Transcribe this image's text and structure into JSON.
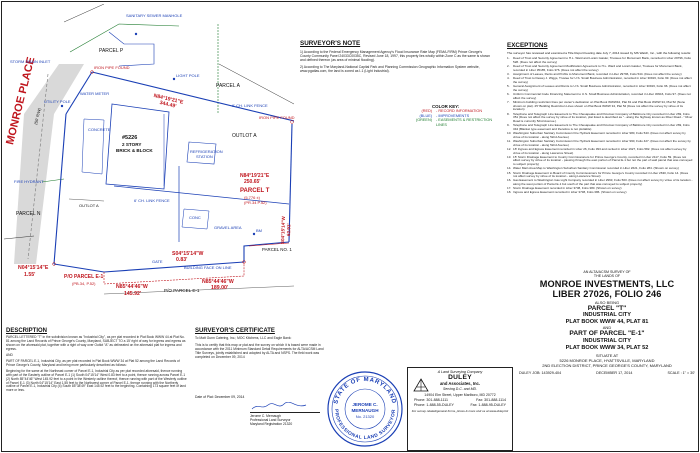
{
  "map": {
    "parcel_p": "PARCEL P",
    "parcel_n": "PARCEL N",
    "parcel_a": "PARCEL A",
    "parcel_t": "PARCEL T",
    "parcel_t_area": "(5.776 ±)",
    "parcel_t_area2": "(PR.34 P.52)",
    "parcel_e1": "P/O PARCEL E-1",
    "parcel_e1_sub": "(PB.34, P.52)",
    "po_parcel_e1_bottom": "P/O PARCEL E-1",
    "parcel_no1": "PARCEL NO. 1",
    "outlot_a": "OUTLOT A",
    "outlot_a2": "OUTLOT A",
    "street": "MONROE PLACE",
    "street_sub1": "(50' R/W)",
    "building_num": "#5226",
    "building_desc1": "2 STORY",
    "building_desc2": "BRICK & BLOCK",
    "brg1": "N84°19'21\"E",
    "brg1_dist": "344.49'",
    "brg2": "N84°19'21\"E",
    "brg2_dist": "250.65'",
    "brg3": "S04°15'14\"W",
    "brg3_dist": "0.83'",
    "brg4": "N85°44'46\"W",
    "brg4_dist": "145.92'",
    "brg5": "N85°44'46\"W",
    "brg5_dist": "189.00'",
    "brg6": "N04°15'14\"E",
    "brg6_dist": "1.55'",
    "brg7": "S04°15'14\"W",
    "brg7_dist": "62.91'",
    "label_refrig": "REFRIGERATION",
    "label_station": "STATION",
    "label_gravel": "GRAVEL AREA",
    "label_conc": "CONC",
    "label_util": "UTILITY POLE",
    "label_bldg_line": "BUILDING FACE ON LINE",
    "label_gate": "GATE",
    "label_fence": "6' CH. LINK FENCE",
    "label_fence2": "6' CH. LINK FENCE",
    "label_concrete": "CONCRETE",
    "label_water": "WATER METER",
    "label_sewer": "SANITARY SEWER MANHOLE",
    "label_stormwater": "STORM DRAIN INLET",
    "label_fire": "FIRE HYDRANT",
    "label_light": "LIGHT POLE",
    "label_iron": "IRON PIPE FOUND",
    "label_iron2": "IRON PIPE FOUND",
    "label_bm": "BM"
  },
  "surveyor_note": {
    "title": "SURVEYOR'S NOTE",
    "p1": "1) According to the Federal Emergency Management Agency's Flood Insurance Rate Map (FEMA-FIRM) Prince George's County Community Panel 24033C0035C, Revised June 18, 1997, this property lies wholly within Zone C as the same is shown and defined thereon (as area of minimal flooding).",
    "p2": "2) According to The Maryland-National Capital Park and Planning Commission Geographic Information System website, www.pgatlas.com, the land is zoned as I-1 (Light Industrial)."
  },
  "color_key": {
    "title": "COLOR KEY:",
    "rows": [
      {
        "color": "(RED)",
        "desc": "- RECORD INFORMATION"
      },
      {
        "color": "(BLUE)",
        "desc": "- IMPROVEMENTS"
      },
      {
        "color": "(GREEN)",
        "desc": "- EASEMENTS & RESTRICTION LINES"
      }
    ],
    "red": "#c0161e",
    "blue": "#1a3fb5",
    "green": "#1c7a2c"
  },
  "exceptions": {
    "title": "EXCEPTIONS",
    "intro": "The surveyor has reviewed and examined a Title Report bearing date July 7, 2014 issued by MS Watch, Inc., with the following results:",
    "items": [
      {
        "n": "1.",
        "t": "Deed of Trust and Security Agreement to H.L. Ward and Lorain Gaisler, Trustees for Monument Bank, recorded in Liber 29796, Folio 528. (Does not affect the survey)"
      },
      {
        "n": "2.",
        "t": "Deed of Trust and Security Agreement Modification Agreement to H.L. Ward and Lorain Gaisler, Trustees for Monument Bank, recorded in Liber 35185, Folio 376. (Does not affect the survey)"
      },
      {
        "n": "3.",
        "t": "Assignment of Leases, Rents and Profits to Monument Bank, recorded in Liber 29796, Folio 544. (Does not affect the survey)"
      },
      {
        "n": "4.",
        "t": "Deed of Trust to Dewey J. Wiggs, Trustee for U.S. Small Business Administration, recorded in Liber 30916, Folio 99. (Does not affect the survey)"
      },
      {
        "n": "5.",
        "t": "General Assignment of Leases and Rents to U.S. Small Business Administration, recorded in Liber 30916, Folio 96. (Does not affect the survey)"
      },
      {
        "n": "6.",
        "t": "Uniform Commercial Code Financing Statement to U.S. Small Business Administration, recorded in Liber 30916, Folio 97. (Does not affect the survey)"
      },
      {
        "n": "7.",
        "t": "Minimum building restriction lines per owner's dedication on Plat Book WWW44, Plat 81 and Plat Book WWW 34, Plat 52 (None shown on plat). 25' Building Restriction Lines shown on Plat Book WWW 34, Plat 52 (Does not affect the survey by virtue of its location)"
      },
      {
        "n": "8.",
        "t": "Telephone and Telegraph Line Easement to The Chesapeake and Potomac Company of Baltimore City recorded in Liber 269, Folio 351 (Does not affect the survey by virtue of its location, plat listed is described as \"...along the highway known as River Road...\" River Road is currently 52nd Avenue.)"
      },
      {
        "n": "9.",
        "t": "Telephone and Telegraph Line Easement to The Chesapeake and Potomac Company of Baltimore City recorded in Liber 269, Folio 344 (Blanket type easement and therefore is not plottable)"
      },
      {
        "n": "10.",
        "t": "Washington Suburban Sanitary Commission Fire Hydrant Easement recorded in Liber 980, Folio 543. (Does not affect survey by virtue of its location - along 52nd Avenue)"
      },
      {
        "n": "11.",
        "t": "Washington Suburban Sanitary Commission Fire Hydrant Easement recorded in Liber 990, Folio 427. (Does not affect the survey by virtue of its location - along 52nd Avenue)"
      },
      {
        "n": "12.",
        "t": "18' Ingress and Egress Easement recorded in Liber 26, Folio 393 and recited in Liber 1627, Folio 582. (Does not affect survey by virtue of its location - along Lawrence Street)"
      },
      {
        "n": "13.",
        "t": "15' Storm Drainage Easement to County Commissioners for Prince George's County, recorded in Liber 2117, Folio 59. (Does not affect survey by virtue of its location - passing through the east portion of Parcel E-1 but not the part of said parcel that was conveyed to subject property)"
      },
      {
        "n": "14.",
        "t": "Water Main Area Map to Washington Suburban Sanitary Commission recorded in Liber 2621, Folio 284. (Shown on survey)"
      },
      {
        "n": "15.",
        "t": "Storm Drainage Easement to Board of County Commissioners for Prince George's County recorded in Liber 2630, Folio 14. (Does not affect survey by virtue of its location - along Lawrence Street)"
      },
      {
        "n": "16.",
        "t": "Gas Easement to Washington Gas Light Company recorded in Liber 2963, Folio 503. (Does not affect survey by virtue of its location - along the west portion of Parcel E-1 but south of the part that was conveyed to subject property)"
      },
      {
        "n": "17.",
        "t": "Storm Drainage Easement recorded in Liber 3738, Folio 380. (Shown on survey)"
      },
      {
        "n": "18.",
        "t": "Ingress and Egress Easement recorded in Liber 3738, Folio 386. (Shown on survey)"
      }
    ]
  },
  "description": {
    "title": "DESCRIPTION",
    "p1": "PARCEL LETTERED \"T\" in the subdivision known as \"Industrial City\", as per plat recorded in Plat Book WWW 44 at Plat No. 81 among the Land Records of Prince George's County, Maryland, SUBJECT TO a 15' right of way for ingress and egress as shown on the aforesaid plat, together with a right of way over Outlot \"A\" as delineated on the aforesaid plat for ingress and egress.",
    "p2": "AND",
    "p3": "PART OF PARCEL E-1, Industrial City, as per plat recorded in Plat Book WWW 34 at Plat 52 among the Land Records of Prince George's County, Maryland and being more particularly described as follows:",
    "p4": "Beginning for the same at the Northeast corner of Parcel E-1, Industrial City as per plat recorded aforesaid, thence running with part of the Easterly outline of Parcel E-1 (1) South 04°15'14\" West 0.83 feet to a point, thence running across Parcel E-1 (2) North 85°44'46\" West 145.92 feet to a point in the Westerly outline thereof, thence running with part of the Westerly outline of Parcel E-1 (3) North 04°15'14\" East 1.55 feet to the Northwest corner of Parcel E-1, thence running with the Northerly outline of Parcel E-1, Industrial City (4) South 85°38'49\" East 145.92 feet to the beginning. Containing 173 square feet of land more or less."
  },
  "certificate": {
    "title": "SURVEYOR'S CERTIFICATE",
    "to": "To Matt Gunn Catering, Inc.; MOC Kitchens, LLC and Eagle Bank:",
    "body": "This is to certify that this map or plat and the survey on which it is based were made in accordance with the 2011 Minimum Standard Detail Requirements for ALTA/ACSM Land Title Surveys, jointly established and adopted by ALTA and NSPS. The field work was completed on December 09, 2014",
    "date": "Date of Plat:   December 09, 2014",
    "signer": "Jerome C. Mernaugh",
    "signer_title": "Professional Land Surveyor",
    "signer_reg": "Maryland Registration 21320"
  },
  "seal": {
    "top": "STATE OF MARYLAND",
    "bottom": "PROFESSIONAL LAND SURVEYOR",
    "name1": "JEROME C.",
    "name2": "MERNAUGH",
    "reg": "No. 21320",
    "color": "#1a3fb5"
  },
  "duley": {
    "tag": "A Land Surveying Company",
    "firm": "DULEY",
    "firm2": "and Associates, Inc.",
    "serve": "Serving D.C. and MD.",
    "addr": "14904 Elm Street, Upper Marlboro, MD 20772",
    "phone": "Phone: 301-888-1111",
    "fax": "Fax: 301-888-1114",
    "phone2": "Phone: 1-888-55-DULEY",
    "fax2": "Fax: 1-888-95-DULEY",
    "foot": "For survey related/general forms, prices & more visit us at www.duley.biz"
  },
  "title_block": {
    "l1": "AN ALTA/ACSM SURVEY OF",
    "l2": "THE LANDS OF",
    "owner": "MONROE INVESTMENTS, LLC",
    "liber": "LIBER 27026, FOLIO 246",
    "also": "ALSO BEING",
    "parcel_t": "PARCEL \"T\"",
    "ic1": "INDUSTRIAL CITY",
    "plat1": "PLAT BOOK WWW 44, PLAT 81",
    "and": "AND",
    "part_e1": "PART OF PARCEL \"E-1\"",
    "ic2": "INDUSTRIAL CITY",
    "plat2": "PLAT BOOK WWW 34, PLAT 52",
    "situate": "SITUATE AT",
    "address": "5226 MONROE PLACE, HYATTSVILLE, MARYLAND",
    "district": "2ND ELECTION DISTRICT, PRINCE GEORGE'S COUNTY, MARYLAND",
    "job": "DULEY JOB: 143929-404",
    "date": "DECEMBER 17, 2014",
    "scale": "SCALE : 1\" = 30'"
  }
}
